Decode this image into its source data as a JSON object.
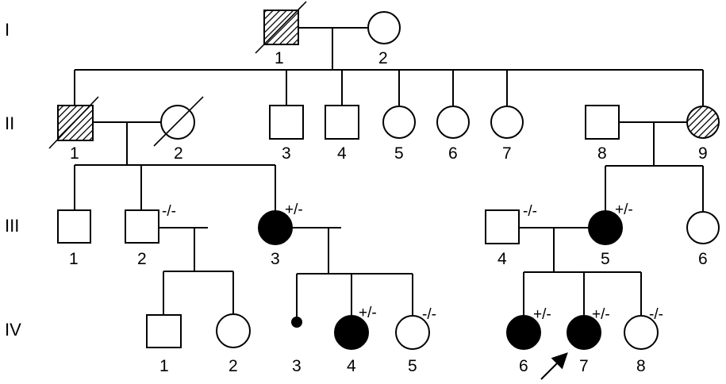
{
  "generations": [
    "I",
    "II",
    "III",
    "IV"
  ],
  "colors": {
    "line": "#000000",
    "affected": "#000000",
    "background": "#ffffff"
  },
  "individuals": [
    {
      "id": "I-1",
      "sex": "male",
      "status": "carrier-hatched",
      "deceased": true,
      "label": "1"
    },
    {
      "id": "I-2",
      "sex": "female",
      "status": "unaffected",
      "deceased": false,
      "label": "2"
    },
    {
      "id": "II-1",
      "sex": "male",
      "status": "carrier-hatched",
      "deceased": true,
      "label": "1"
    },
    {
      "id": "II-2",
      "sex": "female",
      "status": "unaffected",
      "deceased": true,
      "label": "2"
    },
    {
      "id": "II-3",
      "sex": "male",
      "status": "unaffected",
      "deceased": false,
      "label": "3"
    },
    {
      "id": "II-4",
      "sex": "male",
      "status": "unaffected",
      "deceased": false,
      "label": "4"
    },
    {
      "id": "II-5",
      "sex": "female",
      "status": "unaffected",
      "deceased": false,
      "label": "5"
    },
    {
      "id": "II-6",
      "sex": "female",
      "status": "unaffected",
      "deceased": false,
      "label": "6"
    },
    {
      "id": "II-7",
      "sex": "female",
      "status": "unaffected",
      "deceased": false,
      "label": "7"
    },
    {
      "id": "II-8",
      "sex": "male",
      "status": "unaffected",
      "deceased": false,
      "label": "8"
    },
    {
      "id": "II-9",
      "sex": "female",
      "status": "carrier-hatched",
      "deceased": false,
      "label": "9"
    },
    {
      "id": "III-1",
      "sex": "male",
      "status": "unaffected",
      "deceased": false,
      "label": "1"
    },
    {
      "id": "III-2",
      "sex": "male",
      "status": "unaffected",
      "deceased": false,
      "label": "2",
      "genotype": "-/-"
    },
    {
      "id": "III-3",
      "sex": "female",
      "status": "affected",
      "deceased": false,
      "label": "3",
      "genotype": "+/-"
    },
    {
      "id": "III-4",
      "sex": "male",
      "status": "unaffected",
      "deceased": false,
      "label": "4",
      "genotype": "-/-"
    },
    {
      "id": "III-5",
      "sex": "female",
      "status": "affected",
      "deceased": false,
      "label": "5",
      "genotype": "+/-"
    },
    {
      "id": "III-6",
      "sex": "female",
      "status": "unaffected",
      "deceased": false,
      "label": "6"
    },
    {
      "id": "IV-1",
      "sex": "male",
      "status": "unaffected",
      "deceased": false,
      "label": "1"
    },
    {
      "id": "IV-2",
      "sex": "female",
      "status": "unaffected",
      "deceased": false,
      "label": "2"
    },
    {
      "id": "IV-3",
      "sex": "unknown",
      "status": "miscarriage",
      "deceased": false,
      "label": "3"
    },
    {
      "id": "IV-4",
      "sex": "female",
      "status": "affected",
      "deceased": false,
      "label": "4",
      "genotype": "+/-"
    },
    {
      "id": "IV-5",
      "sex": "female",
      "status": "unaffected",
      "deceased": false,
      "label": "5",
      "genotype": "-/-"
    },
    {
      "id": "IV-6",
      "sex": "female",
      "status": "affected",
      "deceased": false,
      "label": "6",
      "genotype": "+/-"
    },
    {
      "id": "IV-7",
      "sex": "female",
      "status": "affected",
      "deceased": false,
      "label": "7",
      "genotype": "+/-",
      "proband": true
    },
    {
      "id": "IV-8",
      "sex": "female",
      "status": "unaffected",
      "deceased": false,
      "label": "8",
      "genotype": "-/-"
    }
  ]
}
